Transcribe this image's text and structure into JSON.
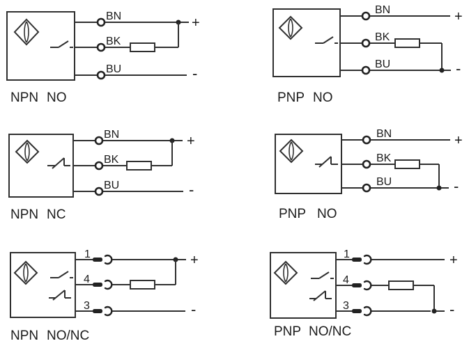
{
  "colors": {
    "line": "#2f2f2f",
    "text": "#1b1b1b",
    "background": "#ffffff"
  },
  "diagrams": [
    {
      "type": "NPN",
      "mode": "NO",
      "wires": [
        "BN",
        "BK",
        "BU"
      ],
      "plus": "+",
      "minus": "-"
    },
    {
      "type": "PNP",
      "mode": "NO",
      "wires": [
        "BN",
        "BK",
        "BU"
      ],
      "plus": "+",
      "minus": "-"
    },
    {
      "type": "NPN",
      "mode": "NC",
      "wires": [
        "BN",
        "BK",
        "BU"
      ],
      "plus": "+",
      "minus": "-"
    },
    {
      "type": "PNP",
      "mode": "NO",
      "wires": [
        "BN",
        "BK",
        "BU"
      ],
      "plus": "+",
      "minus": "-"
    },
    {
      "type": "NPN",
      "mode": "NO/NC",
      "wires": [
        "1",
        "4",
        "3"
      ],
      "plus": "+",
      "minus": "-"
    },
    {
      "type": "PNP",
      "mode": "NO/NC",
      "wires": [
        "1",
        "4",
        "3"
      ],
      "plus": "+",
      "minus": "-"
    }
  ]
}
